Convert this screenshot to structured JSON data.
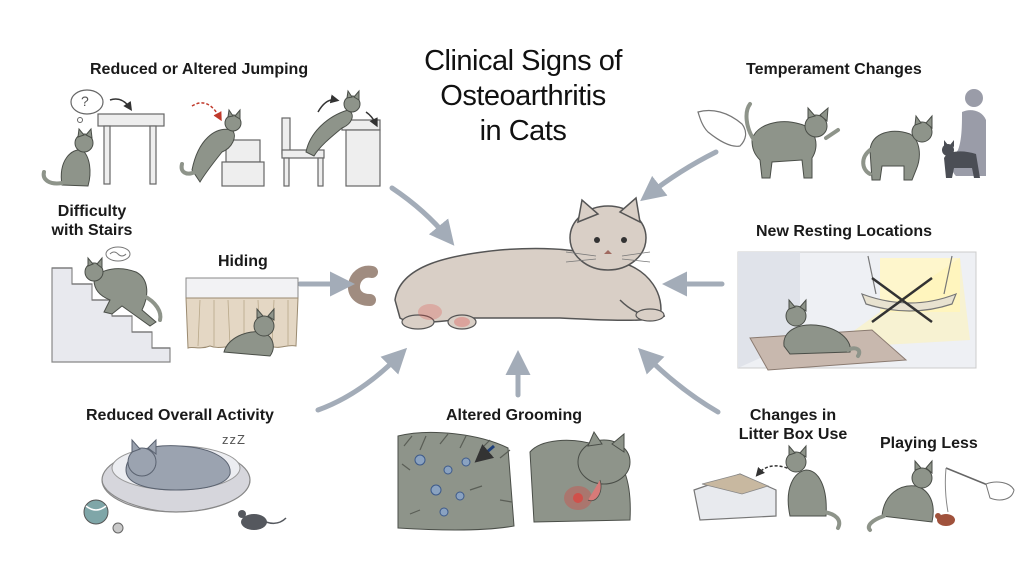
{
  "title": [
    "Clinical Signs of",
    "Osteoarthritis",
    "in Cats"
  ],
  "signs": {
    "jumping": "Reduced or Altered Jumping",
    "temperament": "Temperament Changes",
    "stairs": [
      "Difficulty",
      "with Stairs"
    ],
    "hiding": "Hiding",
    "resting": "New Resting Locations",
    "activity": "Reduced Overall Activity",
    "grooming": "Altered Grooming",
    "litter": [
      "Changes in",
      "Litter Box Use"
    ],
    "playing": "Playing Less"
  },
  "annotations": {
    "question_mark": "?",
    "sleep_z": "zzZ"
  },
  "colors": {
    "central_cat": "#d9cfc6",
    "grey_cat": "#8e948a",
    "sleeping_cat": "#9ba3b0",
    "arrow": "#a3acb8",
    "pain_highlight": "#e0403a",
    "grooming_arrow": "#1f3f7a"
  },
  "icons": [
    "cat-icon",
    "table-icon",
    "chair-icon",
    "box-icon",
    "stairs-icon",
    "bed-icon",
    "hand-icon",
    "person-silhouette-icon",
    "hammock-icon",
    "window-icon",
    "litter-box-icon",
    "toy-mouse-icon",
    "wand-toy-icon",
    "ball-icon",
    "arrow-icon"
  ]
}
